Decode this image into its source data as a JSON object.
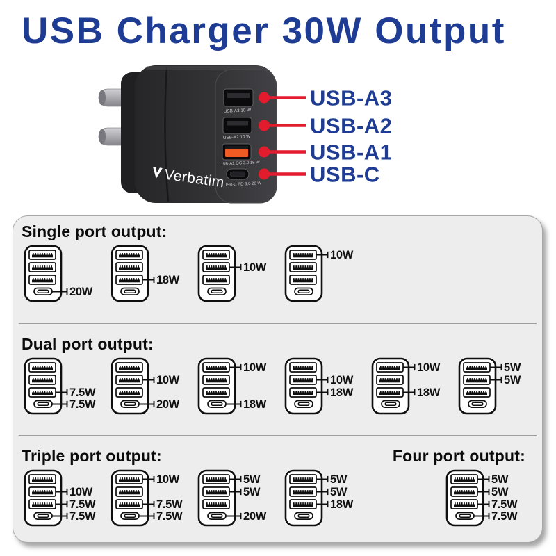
{
  "title": "USB Charger 30W Output",
  "colors": {
    "title_blue": "#1e3c93",
    "callout_red": "#e31c2d",
    "panel_gray": "#ededee",
    "accent_orange": "#f05a23"
  },
  "charger": {
    "brand": "Verbatim",
    "ports": [
      {
        "name": "USB-A3",
        "caption": "USB-A3 10 W"
      },
      {
        "name": "USB-A2",
        "caption": "USB-A2 10 W"
      },
      {
        "name": "USB-A1",
        "caption": "USB-A1 QC 3.0 18 W"
      },
      {
        "name": "USB-C",
        "caption": "USB-C PD 3.0 20 W"
      }
    ]
  },
  "sections": {
    "single": {
      "heading": "Single port output:",
      "diagrams": [
        {
          "callouts": [
            {
              "port": "c",
              "label": "20W"
            }
          ]
        },
        {
          "callouts": [
            {
              "port": "a1",
              "label": "18W"
            }
          ]
        },
        {
          "callouts": [
            {
              "port": "a2",
              "label": "10W"
            }
          ]
        },
        {
          "callouts": [
            {
              "port": "a3",
              "label": "10W"
            }
          ]
        }
      ]
    },
    "dual": {
      "heading": "Dual port output:",
      "diagrams": [
        {
          "callouts": [
            {
              "port": "a1",
              "label": "7.5W"
            },
            {
              "port": "c",
              "label": "7.5W"
            }
          ]
        },
        {
          "callouts": [
            {
              "port": "a2",
              "label": "10W"
            },
            {
              "port": "c",
              "label": "20W"
            }
          ]
        },
        {
          "callouts": [
            {
              "port": "a3",
              "label": "10W"
            },
            {
              "port": "c",
              "label": "18W"
            }
          ]
        },
        {
          "callouts": [
            {
              "port": "a2",
              "label": "10W"
            },
            {
              "port": "a1",
              "label": "18W"
            }
          ]
        },
        {
          "callouts": [
            {
              "port": "a3",
              "label": "10W"
            },
            {
              "port": "a1",
              "label": "18W"
            }
          ]
        },
        {
          "callouts": [
            {
              "port": "a3",
              "label": "5W"
            },
            {
              "port": "a2",
              "label": "5W"
            }
          ]
        }
      ]
    },
    "triple": {
      "heading": "Triple port output:",
      "diagrams": [
        {
          "callouts": [
            {
              "port": "a2",
              "label": "10W"
            },
            {
              "port": "a1",
              "label": "7.5W"
            },
            {
              "port": "c",
              "label": "7.5W"
            }
          ]
        },
        {
          "callouts": [
            {
              "port": "a3",
              "label": "10W"
            },
            {
              "port": "a1",
              "label": "7.5W"
            },
            {
              "port": "c",
              "label": "7.5W"
            }
          ]
        },
        {
          "callouts": [
            {
              "port": "a3",
              "label": "5W"
            },
            {
              "port": "a2",
              "label": "5W"
            },
            {
              "port": "c",
              "label": "20W"
            }
          ]
        },
        {
          "callouts": [
            {
              "port": "a3",
              "label": "5W"
            },
            {
              "port": "a2",
              "label": "5W"
            },
            {
              "port": "a1",
              "label": "18W"
            }
          ]
        }
      ]
    },
    "four": {
      "heading": "Four port output:",
      "diagrams": [
        {
          "callouts": [
            {
              "port": "a3",
              "label": "5W"
            },
            {
              "port": "a2",
              "label": "5W"
            },
            {
              "port": "a1",
              "label": "7.5W"
            },
            {
              "port": "c",
              "label": "7.5W"
            }
          ]
        }
      ]
    }
  }
}
